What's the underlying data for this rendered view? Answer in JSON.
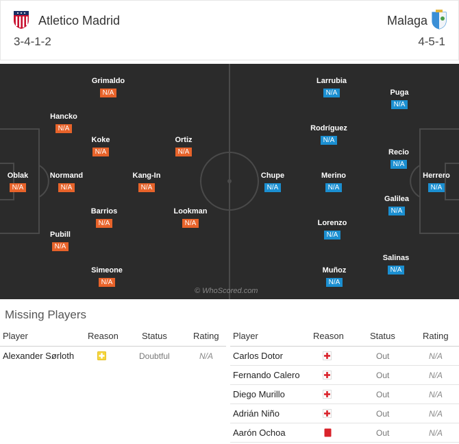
{
  "header": {
    "home": {
      "name": "Atletico Madrid",
      "formation": "3-4-1-2"
    },
    "away": {
      "name": "Malaga",
      "formation": "4-5-1"
    }
  },
  "pitch": {
    "watermark": "© WhoScored.com",
    "home_players": [
      {
        "name": "Oblak",
        "rating": "N/A"
      },
      {
        "name": "Hancko",
        "rating": "N/A"
      },
      {
        "name": "Normand",
        "rating": "N/A"
      },
      {
        "name": "Pubill",
        "rating": "N/A"
      },
      {
        "name": "Grimaldo",
        "rating": "N/A"
      },
      {
        "name": "Koke",
        "rating": "N/A"
      },
      {
        "name": "Barrios",
        "rating": "N/A"
      },
      {
        "name": "Simeone",
        "rating": "N/A"
      },
      {
        "name": "Kang-In",
        "rating": "N/A"
      },
      {
        "name": "Ortiz",
        "rating": "N/A"
      },
      {
        "name": "Lookman",
        "rating": "N/A"
      }
    ],
    "away_players": [
      {
        "name": "Chupe",
        "rating": "N/A"
      },
      {
        "name": "Larrubia",
        "rating": "N/A"
      },
      {
        "name": "Rodríguez",
        "rating": "N/A"
      },
      {
        "name": "Merino",
        "rating": "N/A"
      },
      {
        "name": "Lorenzo",
        "rating": "N/A"
      },
      {
        "name": "Muñoz",
        "rating": "N/A"
      },
      {
        "name": "Puga",
        "rating": "N/A"
      },
      {
        "name": "Recio",
        "rating": "N/A"
      },
      {
        "name": "Galilea",
        "rating": "N/A"
      },
      {
        "name": "Salinas",
        "rating": "N/A"
      },
      {
        "name": "Herrero",
        "rating": "N/A"
      }
    ]
  },
  "missing": {
    "title": "Missing Players",
    "columns": {
      "player": "Player",
      "reason": "Reason",
      "status": "Status",
      "rating": "Rating"
    },
    "home": [
      {
        "player": "Alexander Sørloth",
        "reason_icon": "doubtful-injury-icon",
        "status": "Doubtful",
        "rating": "N/A"
      }
    ],
    "away": [
      {
        "player": "Carlos Dotor",
        "reason_icon": "injury-cross-icon",
        "status": "Out",
        "rating": "N/A"
      },
      {
        "player": "Fernando Calero",
        "reason_icon": "injury-cross-icon",
        "status": "Out",
        "rating": "N/A"
      },
      {
        "player": "Diego Murillo",
        "reason_icon": "injury-cross-icon",
        "status": "Out",
        "rating": "N/A"
      },
      {
        "player": "Adrián Niño",
        "reason_icon": "injury-cross-icon",
        "status": "Out",
        "rating": "N/A"
      },
      {
        "player": "Aarón Ochoa",
        "reason_icon": "red-card-icon",
        "status": "Out",
        "rating": "N/A"
      }
    ]
  },
  "colors": {
    "home_badge": "#e8632a",
    "away_badge": "#1b8fd1",
    "pitch": "#2b2b2b",
    "injury_red": "#d9232b",
    "doubtful_yellow": "#f5d63d"
  }
}
